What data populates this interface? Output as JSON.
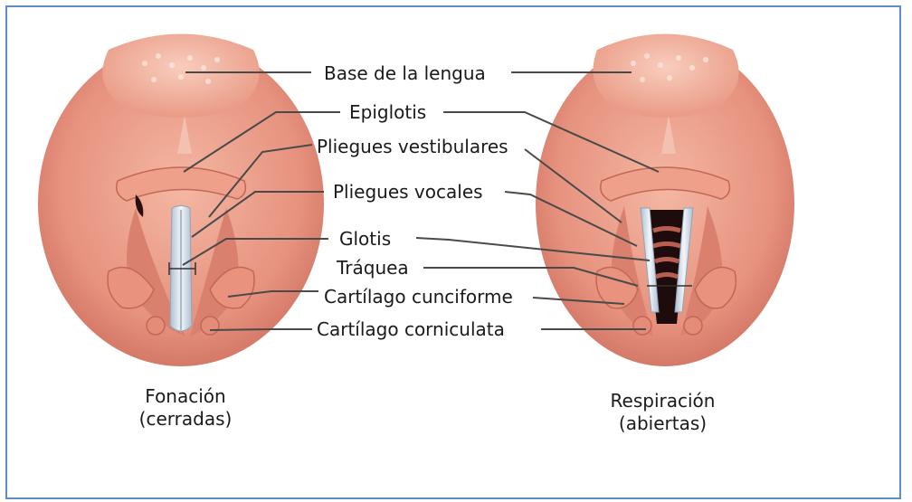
{
  "labels": {
    "base_lengua": "Base de la lengua",
    "epiglotis": "Epiglotis",
    "pliegues_vestibulares": "Pliegues vestibulares",
    "pliegues_vocales": "Pliegues vocales",
    "glotis": "Glotis",
    "traquea": "Tráquea",
    "cartilago_cunciforme": "Cartílago cunciforme",
    "cartilago_corniculata": "Cartílago corniculata"
  },
  "captions": {
    "left_line1": "Fonación",
    "left_line2": "(cerradas)",
    "right_line1": "Respiración",
    "right_line2": "(abiertas)"
  },
  "colors": {
    "frame_border": "#5b8fc9",
    "tissue": "#e89a86",
    "tissue_dark": "#c8675a",
    "tissue_light": "#f6c2b0",
    "vocal_cords": "#dfe8f0",
    "leader_line": "#4a4a4a"
  }
}
